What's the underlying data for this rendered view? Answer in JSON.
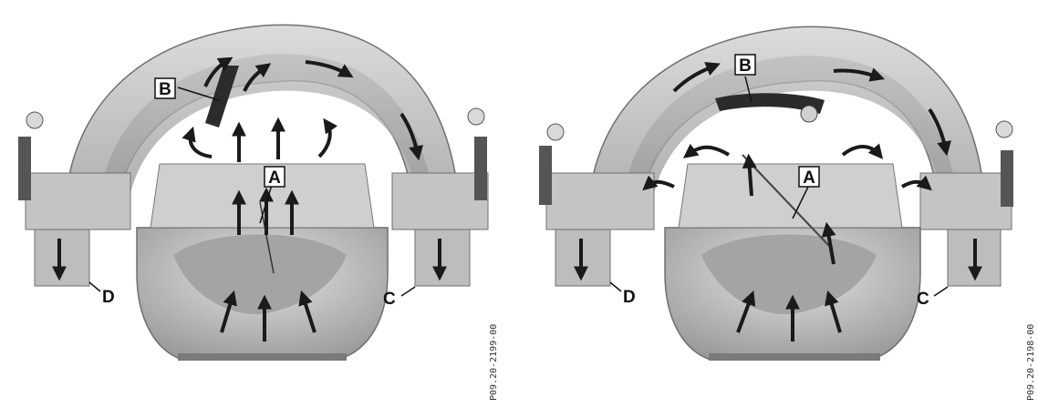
{
  "figures": [
    {
      "id": "left",
      "labels": {
        "a": "A",
        "b": "B",
        "c": "C",
        "d": "D"
      },
      "reference": "P09.20-2199-00"
    },
    {
      "id": "right",
      "labels": {
        "a": "A",
        "b": "B",
        "c": "C",
        "d": "D"
      },
      "reference": "P09.20-2198-00"
    }
  ],
  "colors": {
    "housing": "#c9c9c9",
    "housing_dark": "#8a8a8a",
    "interior": "#b3b3b3",
    "arrow": "#1a1a1a",
    "label_box": "#ffffff"
  }
}
